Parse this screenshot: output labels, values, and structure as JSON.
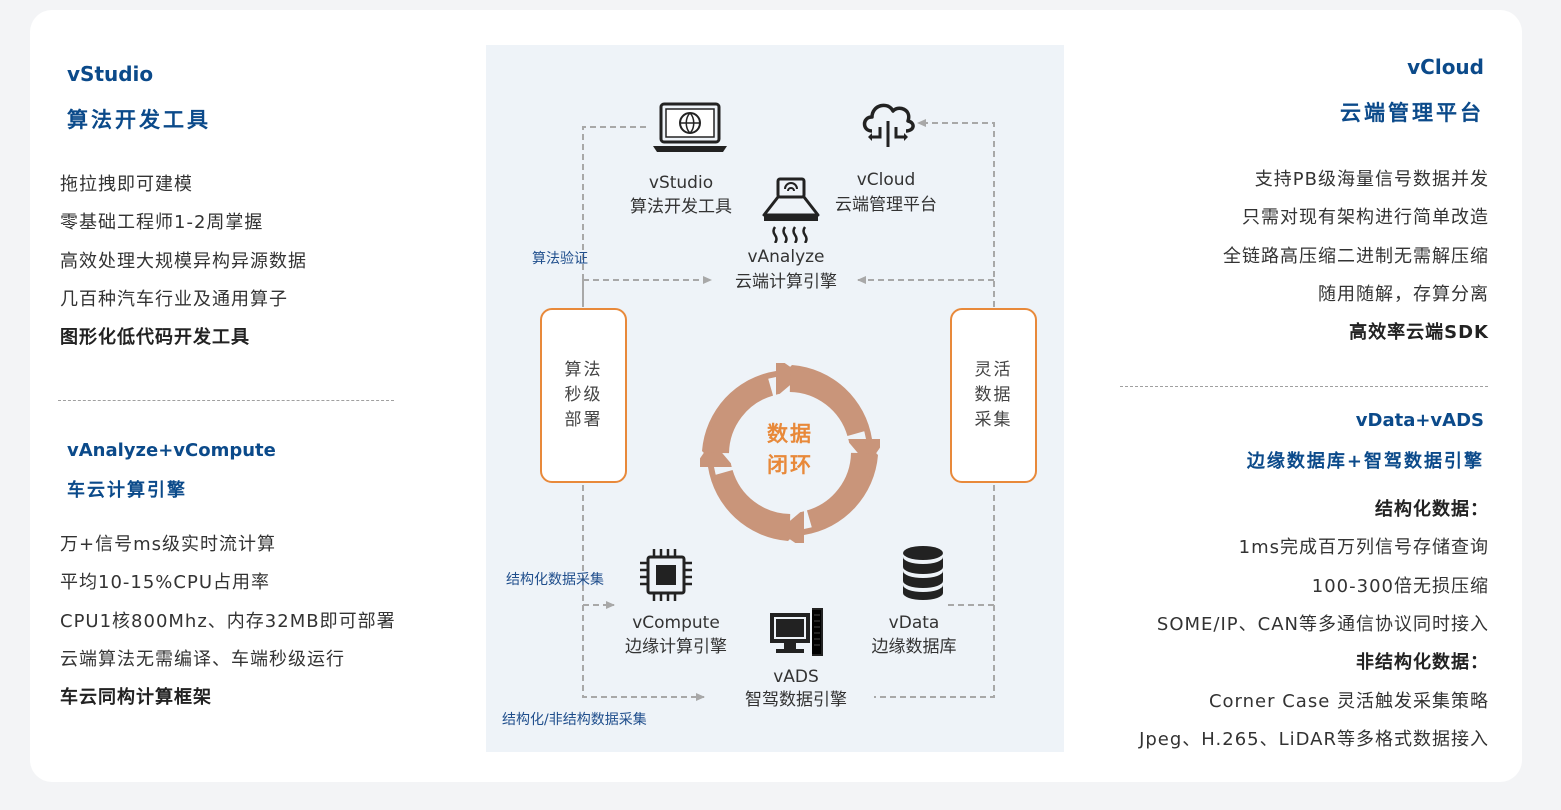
{
  "left": {
    "vstudio": {
      "title": "vStudio",
      "subtitle": "算法开发工具",
      "features": [
        "拖拉拽即可建模",
        "零基础工程师1-2周掌握",
        "高效处理大规模异构异源数据",
        "几百种汽车行业及通用算子"
      ],
      "highlight": "图形化低代码开发工具"
    },
    "vanalyze": {
      "title": "vAnalyze+vCompute",
      "subtitle": "车云计算引擎",
      "features": [
        "万+信号ms级实时流计算",
        "平均10-15%CPU占用率",
        "CPU1核800Mhz、内存32MB即可部署",
        "云端算法无需编译、车端秒级运行"
      ],
      "highlight": "车云同构计算框架"
    }
  },
  "right": {
    "vcloud": {
      "title": "vCloud",
      "subtitle": "云端管理平台",
      "features": [
        "支持PB级海量信号数据并发",
        "只需对现有架构进行简单改造",
        "全链路高压缩二进制无需解压缩",
        "随用随解，存算分离"
      ],
      "highlight": "高效率云端SDK"
    },
    "vdata": {
      "title": "vData+vADS",
      "subtitle": "边缘数据库+智驾数据引擎",
      "structured_label": "结构化数据：",
      "structured": [
        "1ms完成百万列信号存储查询",
        "100-300倍无损压缩",
        "SOME/IP、CAN等多通信协议同时接入"
      ],
      "unstructured_label": "非结构化数据：",
      "unstructured": [
        "Corner Case 灵活触发采集策略",
        "Jpeg、H.265、LiDAR等多格式数据接入"
      ]
    }
  },
  "diagram": {
    "vstudio": {
      "name": "vStudio",
      "desc": "算法开发工具"
    },
    "vcloud": {
      "name": "vCloud",
      "desc": "云端管理平台"
    },
    "vanalyze": {
      "name": "vAnalyze",
      "desc": "云端计算引擎"
    },
    "vcompute": {
      "name": "vCompute",
      "desc": "边缘计算引擎"
    },
    "vdata": {
      "name": "vData",
      "desc": "边缘数据库"
    },
    "vads": {
      "name": "vADS",
      "desc": "智驾数据引擎"
    },
    "left_box": [
      "算法",
      "秒级",
      "部署"
    ],
    "right_box": [
      "灵活",
      "数据",
      "采集"
    ],
    "center": [
      "数据",
      "闭环"
    ],
    "label_verify": "算法验证",
    "label_structured": "结构化数据采集",
    "label_mixed": "结构化/非结构数据采集",
    "colors": {
      "accent": "#e8893a",
      "cycle": "#c9957a",
      "title_blue": "#0b4a8a"
    }
  }
}
